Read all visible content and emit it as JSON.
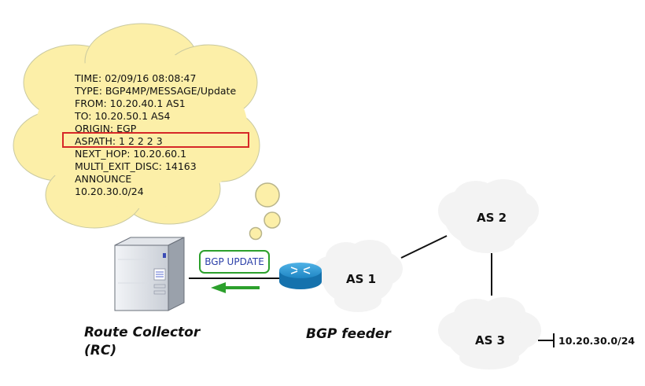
{
  "bgp_message": {
    "lines": [
      "TIME: 02/09/16 08:08:47",
      "TYPE: BGP4MP/MESSAGE/Update",
      "FROM: 10.20.40.1 AS1",
      "TO: 10.20.50.1 AS4",
      "ORIGIN: EGP",
      "ASPATH: 1 2 2 2 3",
      "NEXT_HOP: 10.20.60.1",
      "MULTI_EXIT_DISC: 14163",
      "ANNOUNCE",
      "10.20.30.0/24"
    ],
    "highlighted_line_index": 5
  },
  "update_badge": {
    "label": "BGP UPDATE"
  },
  "nodes": {
    "as1": {
      "label": "AS 1"
    },
    "as2": {
      "label": "AS 2"
    },
    "as3": {
      "label": "AS 3"
    }
  },
  "prefix": {
    "label": "10.20.30.0/24"
  },
  "captions": {
    "route_collector": [
      "Route Collector",
      "(RC)"
    ],
    "bgp_feeder": "BGP feeder"
  },
  "colors": {
    "thought_cloud": "#fcefa8",
    "highlight_box": "#d62728",
    "arrow": "#2ca02c",
    "badge_text": "#2b3fa8",
    "router": "#1f86c4"
  },
  "icons": [
    "server-icon",
    "router-icon",
    "thought-cloud-icon",
    "cloud-icon"
  ]
}
